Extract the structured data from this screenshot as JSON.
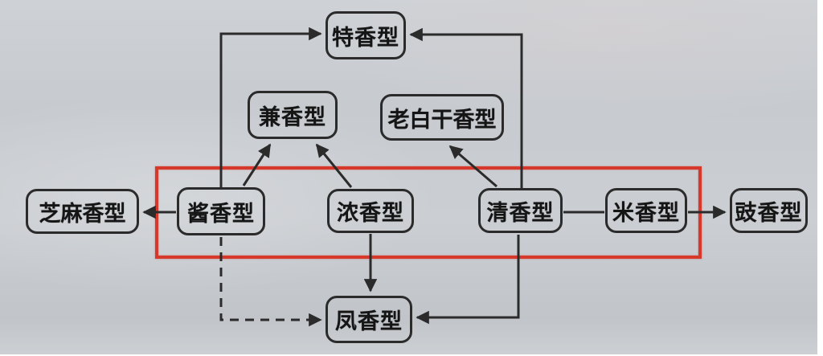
{
  "diagram": {
    "kind": "flowchart",
    "background_color": "#c9cdd1",
    "line_color": "#2b2b2b",
    "highlight_color": "#d6382c",
    "nodes": {
      "te": {
        "label": "特香型"
      },
      "jian": {
        "label": "兼香型"
      },
      "laobaigan": {
        "label": "老白干香型"
      },
      "zhima": {
        "label": "芝麻香型"
      },
      "jiang": {
        "label": "酱香型"
      },
      "nong": {
        "label": "浓香型"
      },
      "qing": {
        "label": "清香型"
      },
      "mi": {
        "label": "米香型"
      },
      "chi": {
        "label": "豉香型"
      },
      "feng": {
        "label": "凤香型"
      }
    },
    "edges": [
      {
        "from": "酱香型",
        "to": "特香型",
        "style": "solid",
        "arrow": "to"
      },
      {
        "from": "清香型",
        "to": "特香型",
        "style": "solid",
        "arrow": "to"
      },
      {
        "from": "酱香型",
        "to": "兼香型",
        "style": "solid",
        "arrow": "to"
      },
      {
        "from": "浓香型",
        "to": "兼香型",
        "style": "solid",
        "arrow": "to"
      },
      {
        "from": "清香型",
        "to": "老白干香型",
        "style": "solid",
        "arrow": "to"
      },
      {
        "from": "酱香型",
        "to": "芝麻香型",
        "style": "solid",
        "arrow": "to"
      },
      {
        "from": "清香型",
        "to": "米香型",
        "style": "solid",
        "arrow": "none"
      },
      {
        "from": "米香型",
        "to": "豉香型",
        "style": "solid",
        "arrow": "to"
      },
      {
        "from": "浓香型",
        "to": "凤香型",
        "style": "solid",
        "arrow": "to"
      },
      {
        "from": "酱香型",
        "to": "凤香型",
        "style": "dashed",
        "arrow": "to"
      },
      {
        "from": "清香型",
        "to": "凤香型",
        "style": "solid",
        "arrow": "to"
      }
    ],
    "highlighted_nodes": [
      "酱香型",
      "浓香型",
      "清香型",
      "米香型"
    ]
  }
}
